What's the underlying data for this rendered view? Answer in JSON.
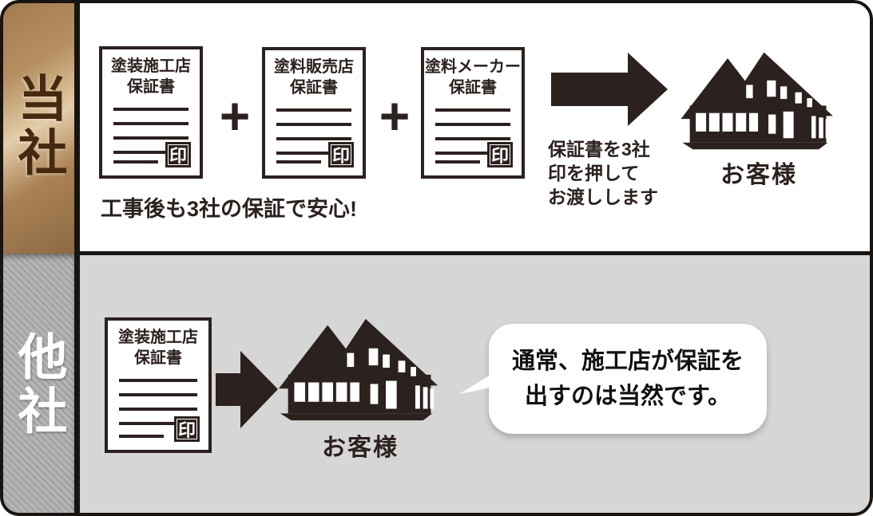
{
  "palette": {
    "ink": "#2b211e",
    "frame_border": "#181411",
    "top_row_bg": "#ffffff",
    "bottom_row_bg": "#d6d6d6",
    "our_sidebar_bronze_light": "#e3cda9",
    "our_sidebar_bronze_dark": "#8d6a43",
    "our_label_color": "#46290e",
    "other_sidebar_gray": "#a8a8a8",
    "other_label_color": "#ffffff"
  },
  "our_row": {
    "label": "当社",
    "plus_sign": "+",
    "certificates": [
      {
        "title_lines": [
          "塗装施工店",
          "保証書"
        ],
        "stamp": "印"
      },
      {
        "title_lines": [
          "塗料販売店",
          "保証書"
        ],
        "stamp": "印"
      },
      {
        "title_lines": [
          "塗料メーカー",
          "保証書"
        ],
        "stamp": "印"
      }
    ],
    "caption": "工事後も3社の保証で安心!",
    "arrow_note_lines": [
      "保証書を3社",
      "印を押して",
      "お渡しします"
    ],
    "customer_label": "お客様"
  },
  "other_row": {
    "label": "他社",
    "certificate": {
      "title_lines": [
        "塗装施工店",
        "保証書"
      ],
      "stamp": "印"
    },
    "customer_label": "お客様",
    "bubble_lines": [
      "通常、施工店が保証を",
      "出すのは当然です。"
    ]
  }
}
